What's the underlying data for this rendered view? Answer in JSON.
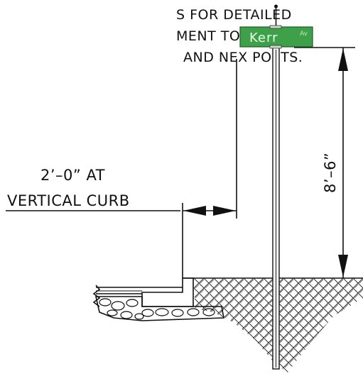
{
  "note": {
    "line1": "S FOR DETAILED",
    "line2": "MENT TO SQUARE",
    "line3": "AND NEX POSTS."
  },
  "offset_dimension": {
    "line1": "2’–0” AT",
    "line2": "VERTICAL CURB"
  },
  "height_dimension": {
    "label": "8’–6”"
  },
  "sign": {
    "street_name": "Kerr",
    "suffix": "Av",
    "color": "#3fa04a"
  }
}
